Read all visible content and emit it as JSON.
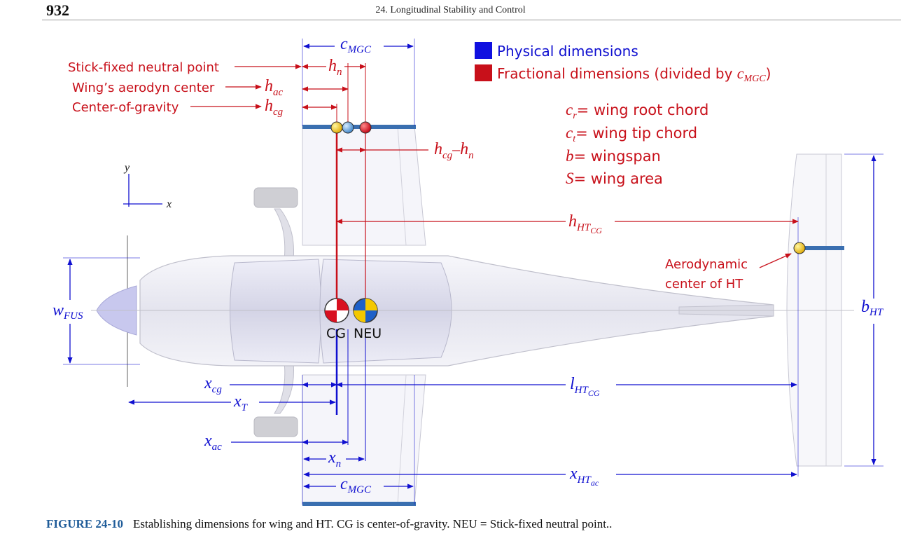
{
  "header": {
    "page_number": "932",
    "running_head": "24. Longitudinal Stability and Control"
  },
  "legend": {
    "physical": "Physical dimensions",
    "fractional_prefix": "Fractional dimensions (divided by ",
    "fractional_sym": "c",
    "fractional_sub": "MGC",
    "fractional_suffix": ")"
  },
  "left_labels": {
    "neutral_point": "Stick-fixed neutral point",
    "aero_center": "Wing’s aerodyn center",
    "cog": "Center-of-gravity"
  },
  "definitions": [
    {
      "sym": "c",
      "sub": "r",
      "text": "= wing root chord"
    },
    {
      "sym": "c",
      "sub": "t",
      "text": "= wing tip chord"
    },
    {
      "sym": "b",
      "sub": "",
      "text": "= wingspan"
    },
    {
      "sym": "S",
      "sub": "",
      "text": "= wing area"
    }
  ],
  "dims": {
    "c_mgc_top": {
      "sym": "c",
      "sub": "MGC"
    },
    "h_n": {
      "sym": "h",
      "sub": "n"
    },
    "h_ac": {
      "sym": "h",
      "sub": "ac"
    },
    "h_cg": {
      "sym": "h",
      "sub": "cg"
    },
    "h_cg_minus_hn": {
      "sym1": "h",
      "sub1": "cg",
      "minus": "–",
      "sym2": "h",
      "sub2": "n"
    },
    "h_ht_cg": {
      "sym": "h",
      "sub": "HT",
      "subsub": "CG"
    },
    "w_fus": {
      "sym": "w",
      "sub": "FUS"
    },
    "b_ht": {
      "sym": "b",
      "sub": "HT"
    },
    "x_cg": {
      "sym": "x",
      "sub": "cg"
    },
    "x_t": {
      "sym": "x",
      "sub": "T"
    },
    "x_ac": {
      "sym": "x",
      "sub": "ac"
    },
    "x_n": {
      "sym": "x",
      "sub": "n"
    },
    "l_ht_cg": {
      "sym": "l",
      "sub": "HT",
      "subsub": "CG"
    },
    "x_ht_ac": {
      "sym": "x",
      "sub": "HT",
      "subsub": "ac"
    },
    "c_mgc_bottom": {
      "sym": "c",
      "sub": "MGC"
    }
  },
  "axes": {
    "y": "y",
    "x": "x"
  },
  "markers": {
    "cg": "CG",
    "neu": "NEU"
  },
  "ht_note": {
    "line1": "Aerodynamic",
    "line2": "center of HT"
  },
  "colors": {
    "physical": "#1010d0",
    "fractional": "#c8101a",
    "bar": "#3a6fb0"
  },
  "caption": {
    "label": "FIGURE 24-10",
    "text": "Establishing dimensions for wing and HT. CG is center-of-gravity. NEU = Stick-fixed neutral point.."
  }
}
